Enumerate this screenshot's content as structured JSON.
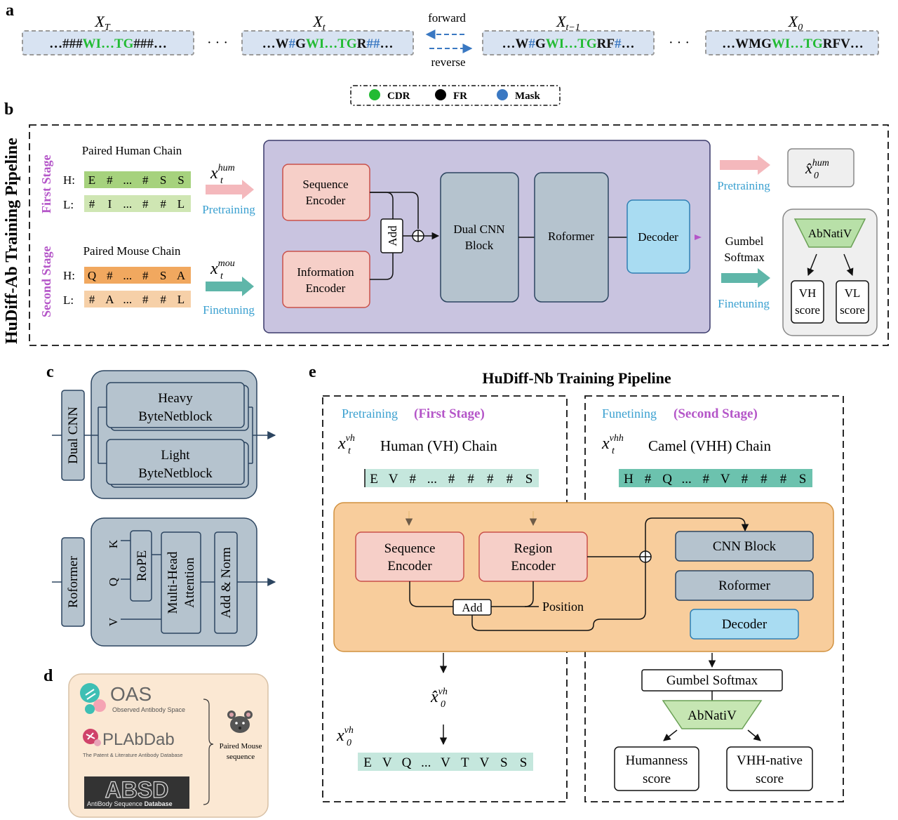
{
  "panel_labels": {
    "a": "a",
    "b": "b",
    "c": "c",
    "d": "d",
    "e": "e"
  },
  "panel_a": {
    "states": [
      {
        "label": "X",
        "sub": "T",
        "parts": [
          {
            "t": "…###",
            "c": "fr"
          },
          {
            "t": "WI…TG",
            "c": "cdr"
          },
          {
            "t": "###…",
            "c": "fr"
          }
        ]
      },
      {
        "label": "X",
        "sub": "t",
        "parts": [
          {
            "t": "…W",
            "c": "fr"
          },
          {
            "t": "#",
            "c": "mask"
          },
          {
            "t": "G",
            "c": "fr"
          },
          {
            "t": "WI…TG",
            "c": "cdr"
          },
          {
            "t": "R",
            "c": "fr"
          },
          {
            "t": "##",
            "c": "mask"
          },
          {
            "t": "…",
            "c": "fr"
          }
        ]
      },
      {
        "label": "X",
        "sub": "t−1",
        "parts": [
          {
            "t": "…W",
            "c": "fr"
          },
          {
            "t": "#",
            "c": "mask"
          },
          {
            "t": "G",
            "c": "fr"
          },
          {
            "t": "WI…TG",
            "c": "cdr"
          },
          {
            "t": "RF",
            "c": "fr"
          },
          {
            "t": "#",
            "c": "mask"
          },
          {
            "t": "…",
            "c": "fr"
          }
        ]
      },
      {
        "label": "X",
        "sub": "0",
        "parts": [
          {
            "t": "…WMG",
            "c": "fr"
          },
          {
            "t": "WI…TG",
            "c": "cdr"
          },
          {
            "t": "RFV…",
            "c": "fr"
          }
        ]
      }
    ],
    "ellipsis": "· · ·",
    "forward": "forward",
    "reverse": "reverse",
    "legend": [
      {
        "label": "CDR",
        "color": "#22bb33"
      },
      {
        "label": "FR",
        "color": "#000000"
      },
      {
        "label": "Mask",
        "color": "#3a78c2"
      }
    ]
  },
  "colors": {
    "cdr": "#22bb33",
    "fr": "#111111",
    "mask": "#3a78c2",
    "purple": "#b455c8",
    "blue_text": "#3aa0d0"
  },
  "panel_b": {
    "vertical_title": "HuDiff-Ab Training Pipeline",
    "first_stage": "First Stage",
    "second_stage": "Second Stage",
    "human_title": "Paired Human Chain",
    "mouse_title": "Paired Mouse Chain",
    "h": "H:",
    "l": "L:",
    "human_h": [
      "E",
      "#",
      "...",
      "#",
      "S",
      "S"
    ],
    "human_l": [
      "#",
      "I",
      "...",
      "#",
      "#",
      "L"
    ],
    "mouse_h": [
      "Q",
      "#",
      "...",
      "#",
      "S",
      "A"
    ],
    "mouse_l": [
      "#",
      "A",
      "...",
      "#",
      "#",
      "L"
    ],
    "x_hum_base": "x",
    "x_hum_sub": "t",
    "x_hum_sup": "hum",
    "x_mou_base": "x",
    "x_mou_sub": "t",
    "x_mou_sup": "mou",
    "pretraining": "Pretraining",
    "finetuning": "Finetuning",
    "seq_enc": [
      "Sequence",
      "Encoder"
    ],
    "info_enc": [
      "Information",
      "Encoder"
    ],
    "add": "Add",
    "dual_cnn": [
      "Dual CNN",
      "Block"
    ],
    "roformer": "Roformer",
    "decoder": "Decoder",
    "gumbel": [
      "Gumbel",
      "Softmax"
    ],
    "xhat_base": "x̂",
    "xhat_sub": "0",
    "xhat_sup": "hum",
    "abnativ": "AbNatiV",
    "vh": [
      "VH",
      "score"
    ],
    "vl": [
      "VL",
      "score"
    ]
  },
  "panel_c": {
    "dual_cnn": "Dual CNN",
    "heavy": [
      "Heavy",
      "ByteNetblock"
    ],
    "light": [
      "Light",
      "ByteNetblock"
    ],
    "roformer": "Roformer",
    "k": "K",
    "q": "Q",
    "v": "V",
    "rope": "RoPE",
    "mha": [
      "Multi-Head",
      "Attention"
    ],
    "addnorm": "Add & Norm"
  },
  "panel_d": {
    "oas": "OAS",
    "oas_sub": "Observed Antibody Space",
    "plabdab": "PLAbDab",
    "plabdab_sub": "The Patent & Literature Antibody Database",
    "absd": "ABSD",
    "absd_sub_a": "AntiBody Sequence ",
    "absd_sub_b": "Database",
    "paired_mouse": [
      "Paired Mouse",
      "sequence"
    ]
  },
  "panel_e": {
    "title": "HuDiff-Nb Training Pipeline",
    "pretraining": "Pretraining",
    "first_stage": "(First Stage)",
    "funetining": "Funetining",
    "second_stage": "(Second Stage)",
    "x_vh_base": "x",
    "x_vh_sub": "t",
    "x_vh_sup": "vh",
    "x_vhh_base": "x",
    "x_vhh_sub": "t",
    "x_vhh_sup": "vhh",
    "human_chain": "Human (VH) Chain",
    "camel_chain": "Camel (VHH) Chain",
    "vh_seq": [
      "E",
      "V",
      "#",
      "...",
      "#",
      "#",
      "#",
      "#",
      "S"
    ],
    "vhh_seq": [
      "H",
      "#",
      "Q",
      "...",
      "#",
      "V",
      "#",
      "#",
      "#",
      "S"
    ],
    "seq_enc": [
      "Sequence",
      "Encoder"
    ],
    "region_enc": [
      "Region",
      "Encoder"
    ],
    "add": "Add",
    "position": "Position",
    "cnn_block": "CNN Block",
    "roformer": "Roformer",
    "decoder": "Decoder",
    "xhat_base": "x̂",
    "xhat_sub": "0",
    "xhat_sup": "vh",
    "x0_base": "x",
    "x0_sub": "0",
    "x0_sup": "vh",
    "out_seq": [
      "E",
      "V",
      "Q",
      "...",
      "V",
      "T",
      "V",
      "S",
      "S"
    ],
    "gumbel": "Gumbel Softmax",
    "abnativ": "AbNatiV",
    "humanness": [
      "Humanness",
      "score"
    ],
    "vhh_native": [
      "VHH-native",
      "score"
    ]
  }
}
